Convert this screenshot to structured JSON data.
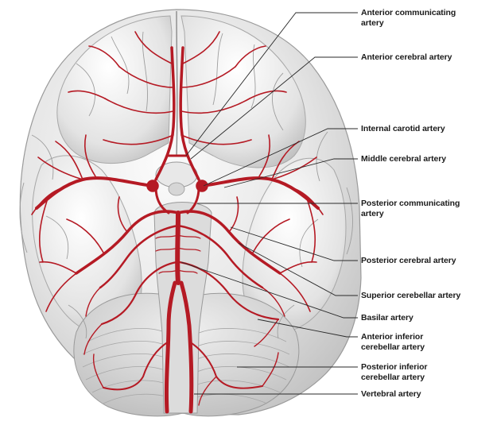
{
  "labels": {
    "anterior_communicating": [
      "Anterior communicating",
      "artery"
    ],
    "anterior_cerebral": [
      "Anterior cerebral artery"
    ],
    "internal_carotid": [
      "Internal carotid artery"
    ],
    "middle_cerebral": [
      "Middle cerebral artery"
    ],
    "posterior_communicating": [
      "Posterior communicating",
      "artery"
    ],
    "posterior_cerebral": [
      "Posterior cerebral artery"
    ],
    "superior_cerebellar": [
      "Superior cerebellar artery"
    ],
    "basilar": [
      "Basilar artery"
    ],
    "anterior_inferior_cerebellar": [
      "Anterior inferior",
      "cerebellar artery"
    ],
    "posterior_inferior_cerebellar": [
      "Posterior inferior",
      "cerebellar artery"
    ],
    "vertebral": [
      "Vertebral artery"
    ]
  },
  "colors": {
    "artery": "#b51a24",
    "brain_surface": "#ececec",
    "brain_shadow": "#b9b9b9",
    "leader_line": "#2a2a2a",
    "label_text": "#1b1b1b"
  }
}
